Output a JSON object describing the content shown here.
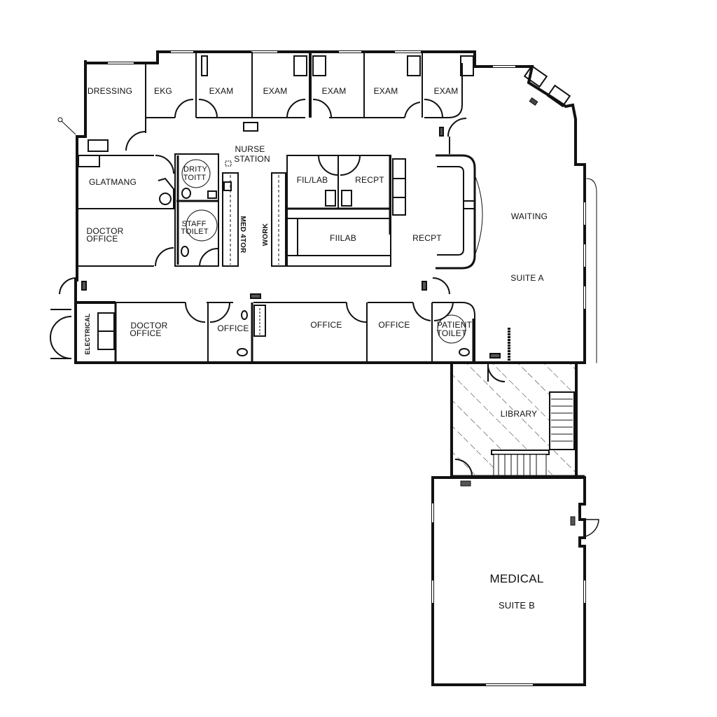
{
  "plan": {
    "type": "floor-plan",
    "colors": {
      "wall": "#111111",
      "background": "#ffffff",
      "hatch": "#222222"
    }
  },
  "rooms": {
    "dressing": "DRESSING",
    "ekg": "EKG",
    "exam_1": "EXAM",
    "exam_2": "EXAM",
    "exam_3": "EXAM",
    "exam_4": "EXAM",
    "exam_5": "EXAM",
    "nurse_station": "NURSE\nSTATION",
    "nurse_station_line1": "NURSE",
    "nurse_station_line2": "STATION",
    "glatmang": "GLATMANG",
    "dirty_toilet_line1": "DRITY",
    "dirty_toilet_line2": "TOITT",
    "staff_toilet_line1": "STAFF",
    "staff_toilet_line2": "TOILET",
    "doctor_office_upper_line1": "DOCTOR",
    "doctor_office_upper_line2": "OFFICE",
    "med_area": "MED 4TOR",
    "work": "WORK",
    "fil_lab": "FIL/LAB",
    "recpt_small": "RECPT",
    "fiilab": "FIILAB",
    "recpt_main": "RECPT",
    "waiting": "WAITING",
    "suite_a": "SUITE A",
    "electrical": "ELECTRICAL",
    "doctor_office_lower_line1": "DOCTOR",
    "doctor_office_lower_line2": "OFFICE",
    "office_1": "OFFICE",
    "office_2": "OFFICE",
    "office_3": "OFFICE",
    "patient_toilet_line1": "PATIENT",
    "patient_toilet_line2": "TOILET",
    "library": "LIBRARY",
    "medical": "MEDICAL",
    "suite_b": "SUITE B"
  }
}
